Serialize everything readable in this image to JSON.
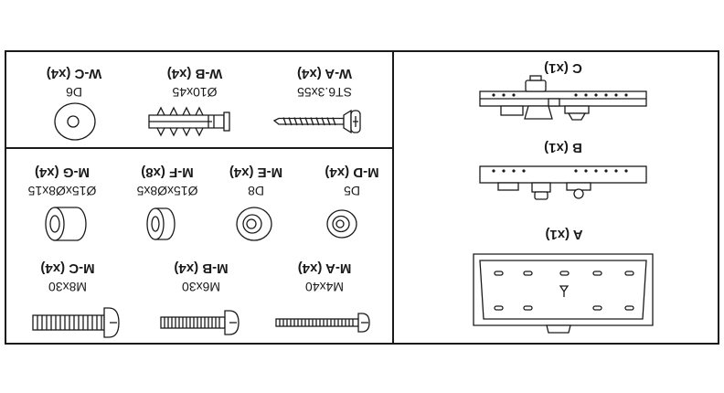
{
  "parts": {
    "w_a": {
      "name": "W-A (x4)",
      "spec": "ST6.3x55"
    },
    "w_b": {
      "name": "W-B (x4)",
      "spec": "Ø10x45"
    },
    "w_c": {
      "name": "W-C (x4)",
      "spec": "D6"
    },
    "m_d": {
      "name": "M-D (x4)",
      "spec": "D5"
    },
    "m_e": {
      "name": "M-E (x4)",
      "spec": "D8"
    },
    "m_f": {
      "name": "M-F (x8)",
      "spec": "Ø15xØ8x5"
    },
    "m_g": {
      "name": "M-G (x4)",
      "spec": "Ø15xØ8x15"
    },
    "m_a": {
      "name": "M-A (x4)",
      "spec": "M4x40"
    },
    "m_b": {
      "name": "M-B (x4)",
      "spec": "M6x30"
    },
    "m_c": {
      "name": "M-C (x4)",
      "spec": "M8x30"
    },
    "c": {
      "name": "C (x1)"
    },
    "b": {
      "name": "B (x1)"
    },
    "a": {
      "name": "A (x1)"
    }
  }
}
